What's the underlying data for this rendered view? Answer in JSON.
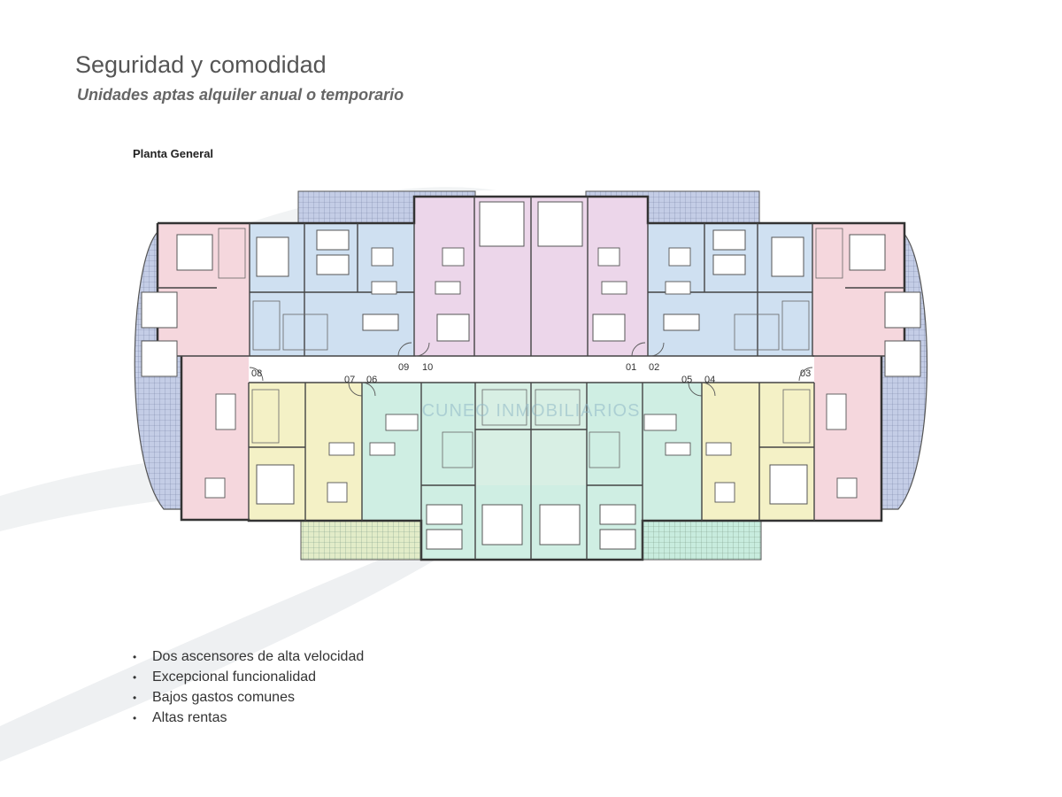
{
  "header": {
    "title": "Seguridad y comodidad",
    "subtitle": "Unidades aptas alquiler anual o temporario"
  },
  "plan": {
    "label": "Planta General",
    "watermark": "CUNEO INMOBILIARIOS",
    "unit_labels": [
      "01",
      "02",
      "03",
      "04",
      "05",
      "06",
      "07",
      "08",
      "09",
      "10"
    ],
    "unit_colors": {
      "blue": "#cfe0f1",
      "pink": "#f5d7dd",
      "violet": "#ecd6ea",
      "yellow": "#f4f1c6",
      "mint": "#cfeee3",
      "terrace": "#c4cde6"
    }
  },
  "features": [
    "Dos ascensores de alta velocidad",
    "Excepcional funcionalidad",
    "Bajos gastos comunes",
    "Altas rentas"
  ]
}
